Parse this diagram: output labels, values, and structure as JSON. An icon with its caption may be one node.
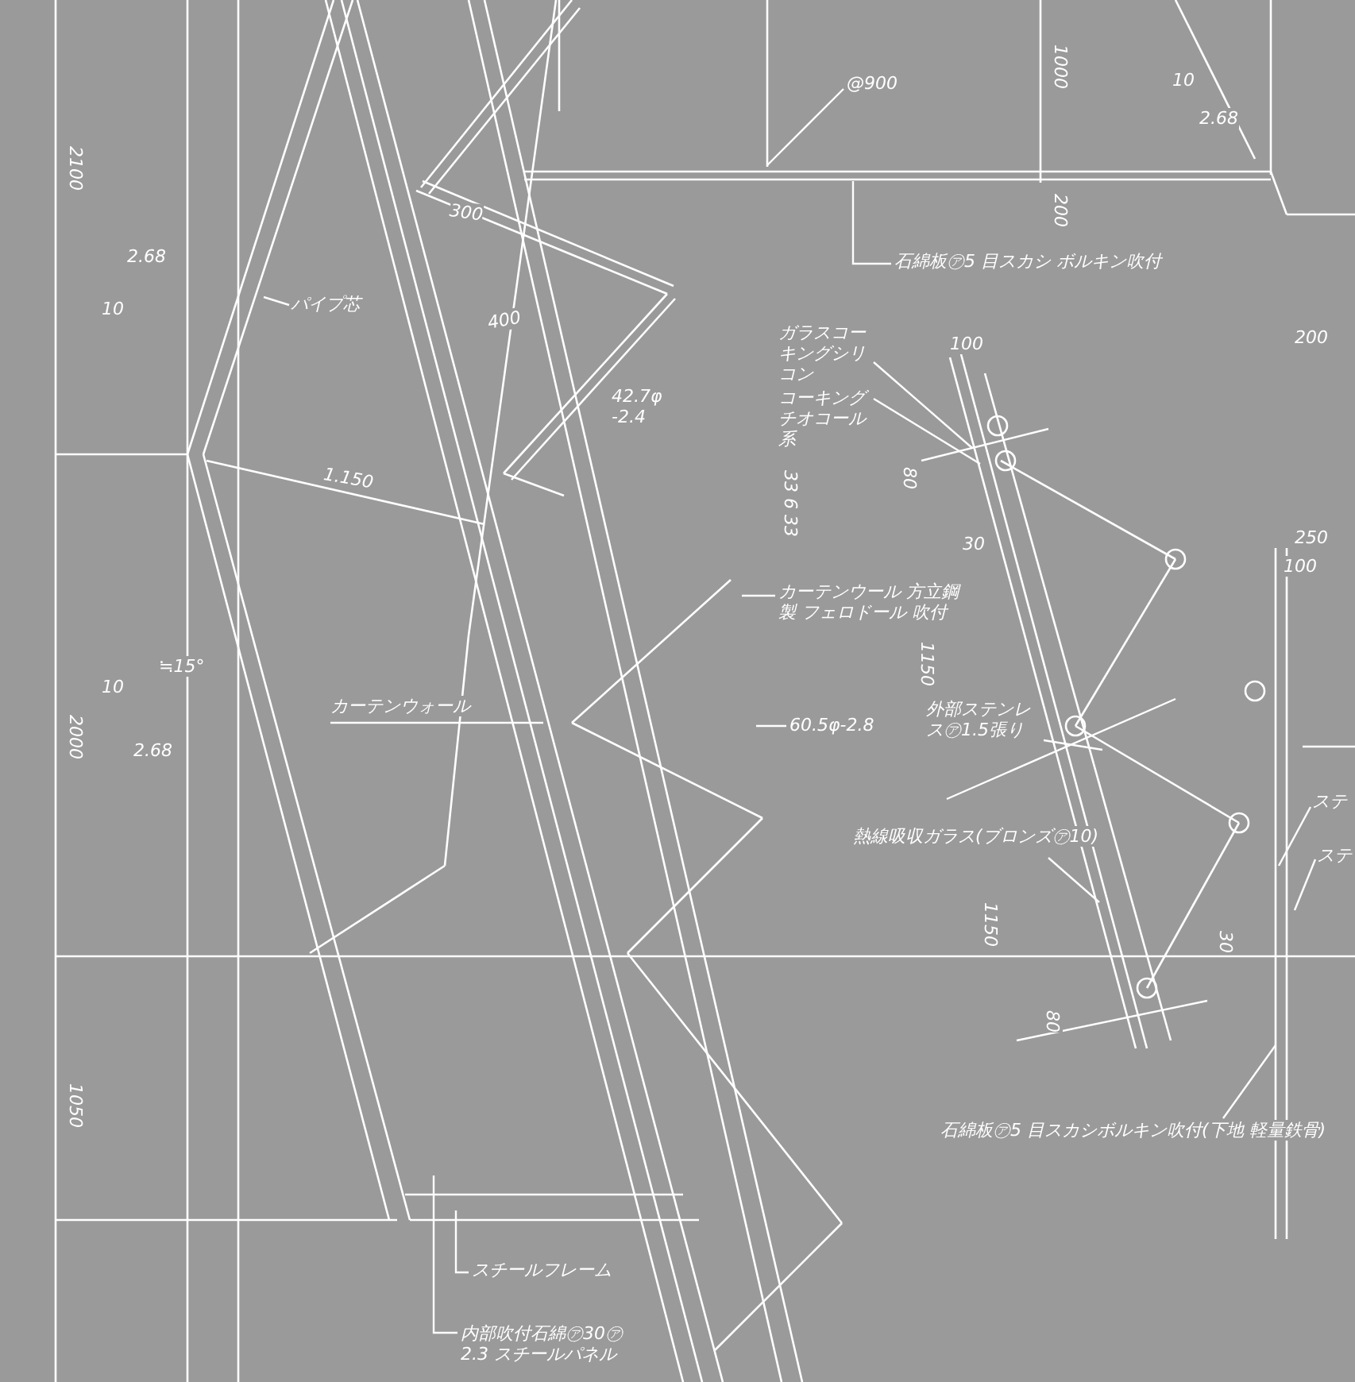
{
  "diagram": {
    "nodes": [
      {
        "text": [
          "パイプ芯"
        ]
      },
      {
        "text": [
          "@900"
        ]
      },
      {
        "text": [
          "石綿板㋐5 目スカシ ボルキン吹付"
        ]
      },
      {
        "text": [
          "ガラスコーキングシリコン"
        ]
      },
      {
        "text": [
          "コーキングチオコール系"
        ]
      },
      {
        "text": [
          "カーテンウール 方立鋼製 フェロドール 吹付"
        ]
      },
      {
        "text": [
          "60.5φ-2.8"
        ]
      },
      {
        "text": [
          "外部ステンレス㋐1.5張り"
        ]
      },
      {
        "text": [
          "熱線吸収ガラス(ブロンズ㋐10)"
        ]
      },
      {
        "text": [
          "カーテンウォール"
        ]
      },
      {
        "text": [
          "石綿板㋐5 目スカシボルキン吹付(下地 軽量鉄骨)"
        ]
      },
      {
        "text": [
          "スチールフレーム"
        ]
      },
      {
        "text": [
          "内部吹付石綿㋐30㋐2.3 スチールパネル"
        ]
      },
      {
        "text": [
          "ステ"
        ]
      },
      {
        "text": [
          "ステ"
        ]
      }
    ],
    "edges": [
      {
        "from": 0,
        "to": null,
        "arrow": "none"
      },
      {
        "from": 1,
        "to": null,
        "arrow": "none"
      },
      {
        "from": 2,
        "to": null,
        "arrow": "none"
      },
      {
        "from": 3,
        "to": null,
        "arrow": "none"
      },
      {
        "from": 4,
        "to": null,
        "arrow": "none"
      },
      {
        "from": 5,
        "to": null,
        "arrow": "none"
      },
      {
        "from": 6,
        "to": null,
        "arrow": "none"
      },
      {
        "from": 7,
        "to": null,
        "arrow": "none"
      },
      {
        "from": 8,
        "to": null,
        "arrow": "none"
      },
      {
        "from": 9,
        "to": null,
        "arrow": "none"
      },
      {
        "from": 10,
        "to": null,
        "arrow": "none"
      },
      {
        "from": 11,
        "to": null,
        "arrow": "none"
      },
      {
        "from": 12,
        "to": null,
        "arrow": "none"
      },
      {
        "from": 13,
        "to": null,
        "arrow": "none"
      },
      {
        "from": 14,
        "to": null,
        "arrow": "none"
      }
    ],
    "labels": [
      "1000",
      "10",
      "2.68",
      "2100",
      "300",
      "200",
      "2.68",
      "10",
      "200",
      "400",
      "100",
      "42.7φ -2.4",
      "33 6 33",
      "80",
      "1.150",
      "30",
      "250",
      "100",
      "1150",
      "≒15°",
      "10",
      "2000",
      "2.68",
      "1150",
      "30",
      "80",
      "1050"
    ]
  }
}
